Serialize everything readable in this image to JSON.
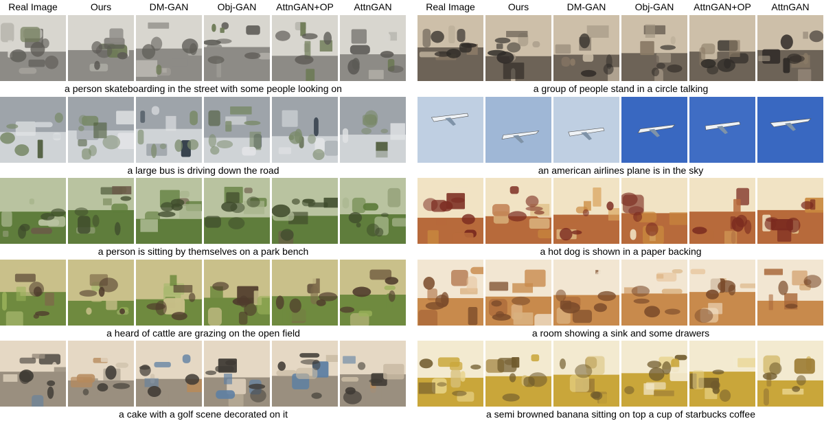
{
  "columns": [
    "Real Image",
    "Ours",
    "DM-GAN",
    "Obj-GAN",
    "AttnGAN+OP",
    "AttnGAN"
  ],
  "left": [
    {
      "caption": "a person skateboarding in the street with some people looking on",
      "scene": "street"
    },
    {
      "caption": "a large bus is driving down the road",
      "scene": "bus"
    },
    {
      "caption": "a person is sitting by themselves on a park bench",
      "scene": "park"
    },
    {
      "caption": "a heard of cattle are grazing on the open field",
      "scene": "cattle"
    },
    {
      "caption": "a cake with a golf scene decorated on it",
      "scene": "cake"
    }
  ],
  "right": [
    {
      "caption": "a group of people stand in a circle talking",
      "scene": "people"
    },
    {
      "caption": "an american airlines plane is in the sky",
      "scene": "plane"
    },
    {
      "caption": "a hot dog is shown in a paper backing",
      "scene": "hotdog"
    },
    {
      "caption": "a room showing a sink and some drawers",
      "scene": "room"
    },
    {
      "caption": "a semi browned banana sitting on top a cup of starbucks coffee",
      "scene": "banana"
    }
  ]
}
